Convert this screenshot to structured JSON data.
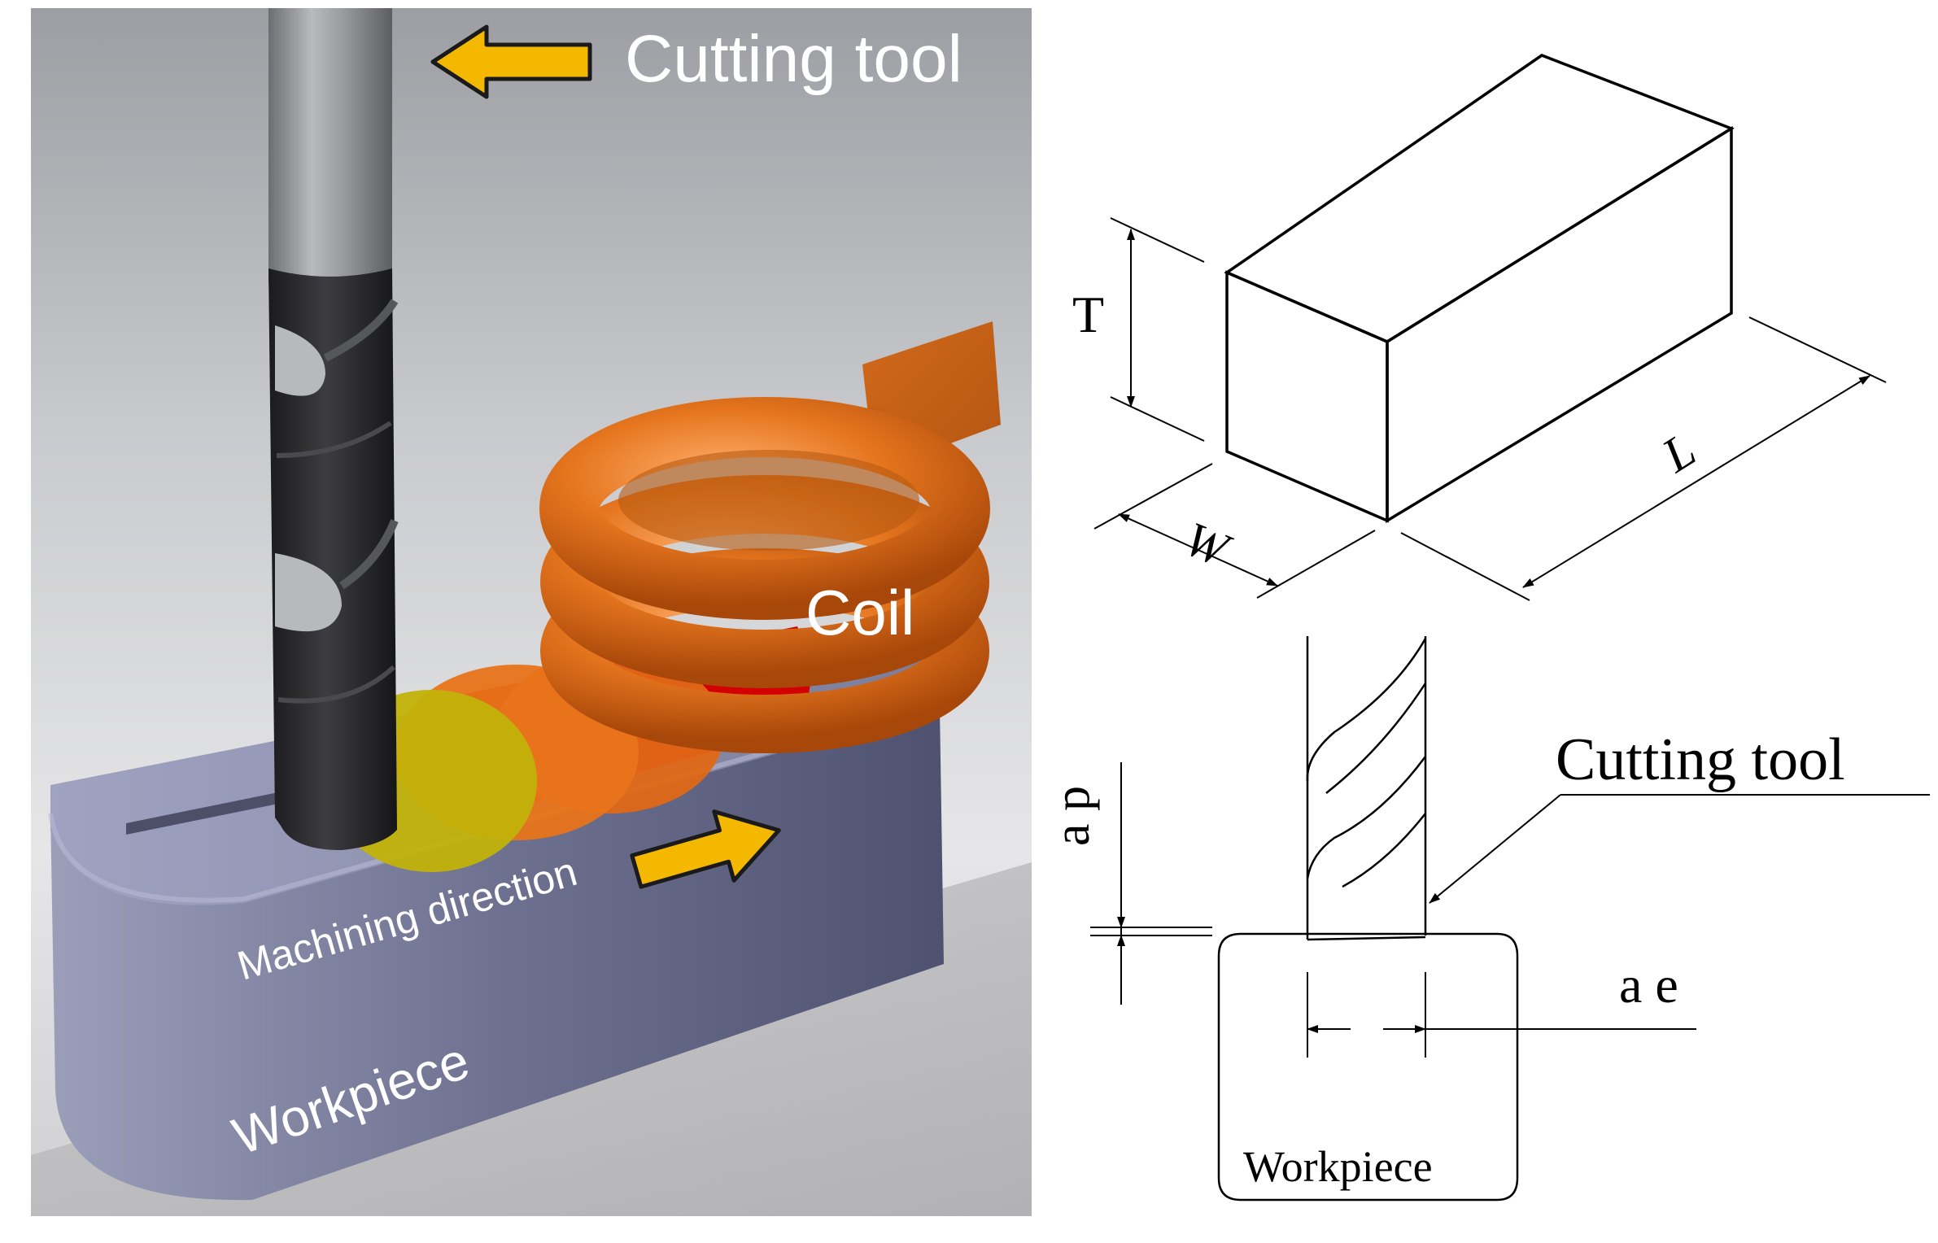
{
  "render_panel": {
    "labels": {
      "cutting_tool": "Cutting tool",
      "coil": "Coil",
      "machining_direction": "Machining direction",
      "workpiece": "Workpiece"
    },
    "colors": {
      "arrow_fill": "#F5B800",
      "workpiece_top": "#8E91AE",
      "workpiece_front": "#6E7090",
      "coil": "#E6761E",
      "hot_zone_red": "#D60000",
      "hot_zone_orange": "#E36A10",
      "hot_zone_yellow": "#C8B800",
      "tool_dark": "#2B2B2E",
      "tool_shank": "#8F9092"
    }
  },
  "dimension_panel": {
    "labels": {
      "thickness": "T",
      "width": "W",
      "length": "L",
      "cutting_tool": "Cutting tool",
      "axial_depth": "a p",
      "radial_width": "a e",
      "workpiece": "Workpiece"
    }
  }
}
